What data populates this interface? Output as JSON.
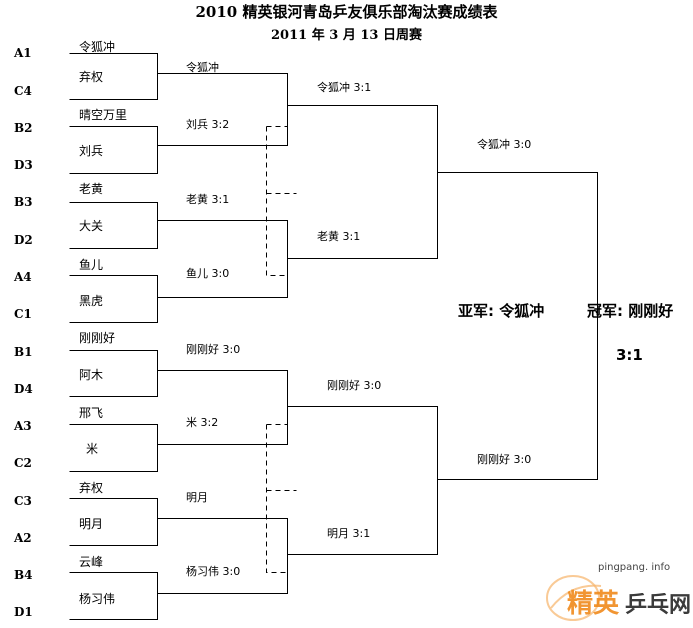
{
  "title": "2010 精英银河青岛乒友俱乐部淘汰赛成绩表",
  "subtitle": "2011 年 3 月 13 日周赛",
  "seeds": [
    "A1",
    "C4",
    "B2",
    "D3",
    "B3",
    "D2",
    "A4",
    "C1",
    "B1",
    "D4",
    "A3",
    "C2",
    "C3",
    "A2",
    "B4",
    "D1"
  ],
  "players": [
    "令狐冲",
    "弃权",
    "晴空万里",
    "刘兵",
    "老黄",
    "大关",
    "鱼儿",
    "黑虎",
    "刚刚好",
    "阿木",
    "邢飞",
    "米",
    "弃权",
    "明月",
    "云峰",
    "杨习伟"
  ],
  "round1": [
    "令狐冲",
    "刘兵 3:2",
    "老黄 3:1",
    "鱼儿 3:0",
    "刚刚好 3:0",
    "米 3:2",
    "明月",
    "杨习伟 3:0"
  ],
  "round2": [
    "令狐冲 3:1",
    "老黄 3:1",
    "刚刚好 3:0",
    "明月 3:1"
  ],
  "semifinal": [
    "令狐冲 3:0",
    "刚刚好 3:0"
  ],
  "runner_up": "亚军:  令狐冲",
  "champion": "冠军:  刚刚好",
  "final_score": "3:1",
  "watermark": {
    "url": "pingpang. info",
    "logo_text": "精英乒乓网",
    "color": "#f08a1c"
  }
}
